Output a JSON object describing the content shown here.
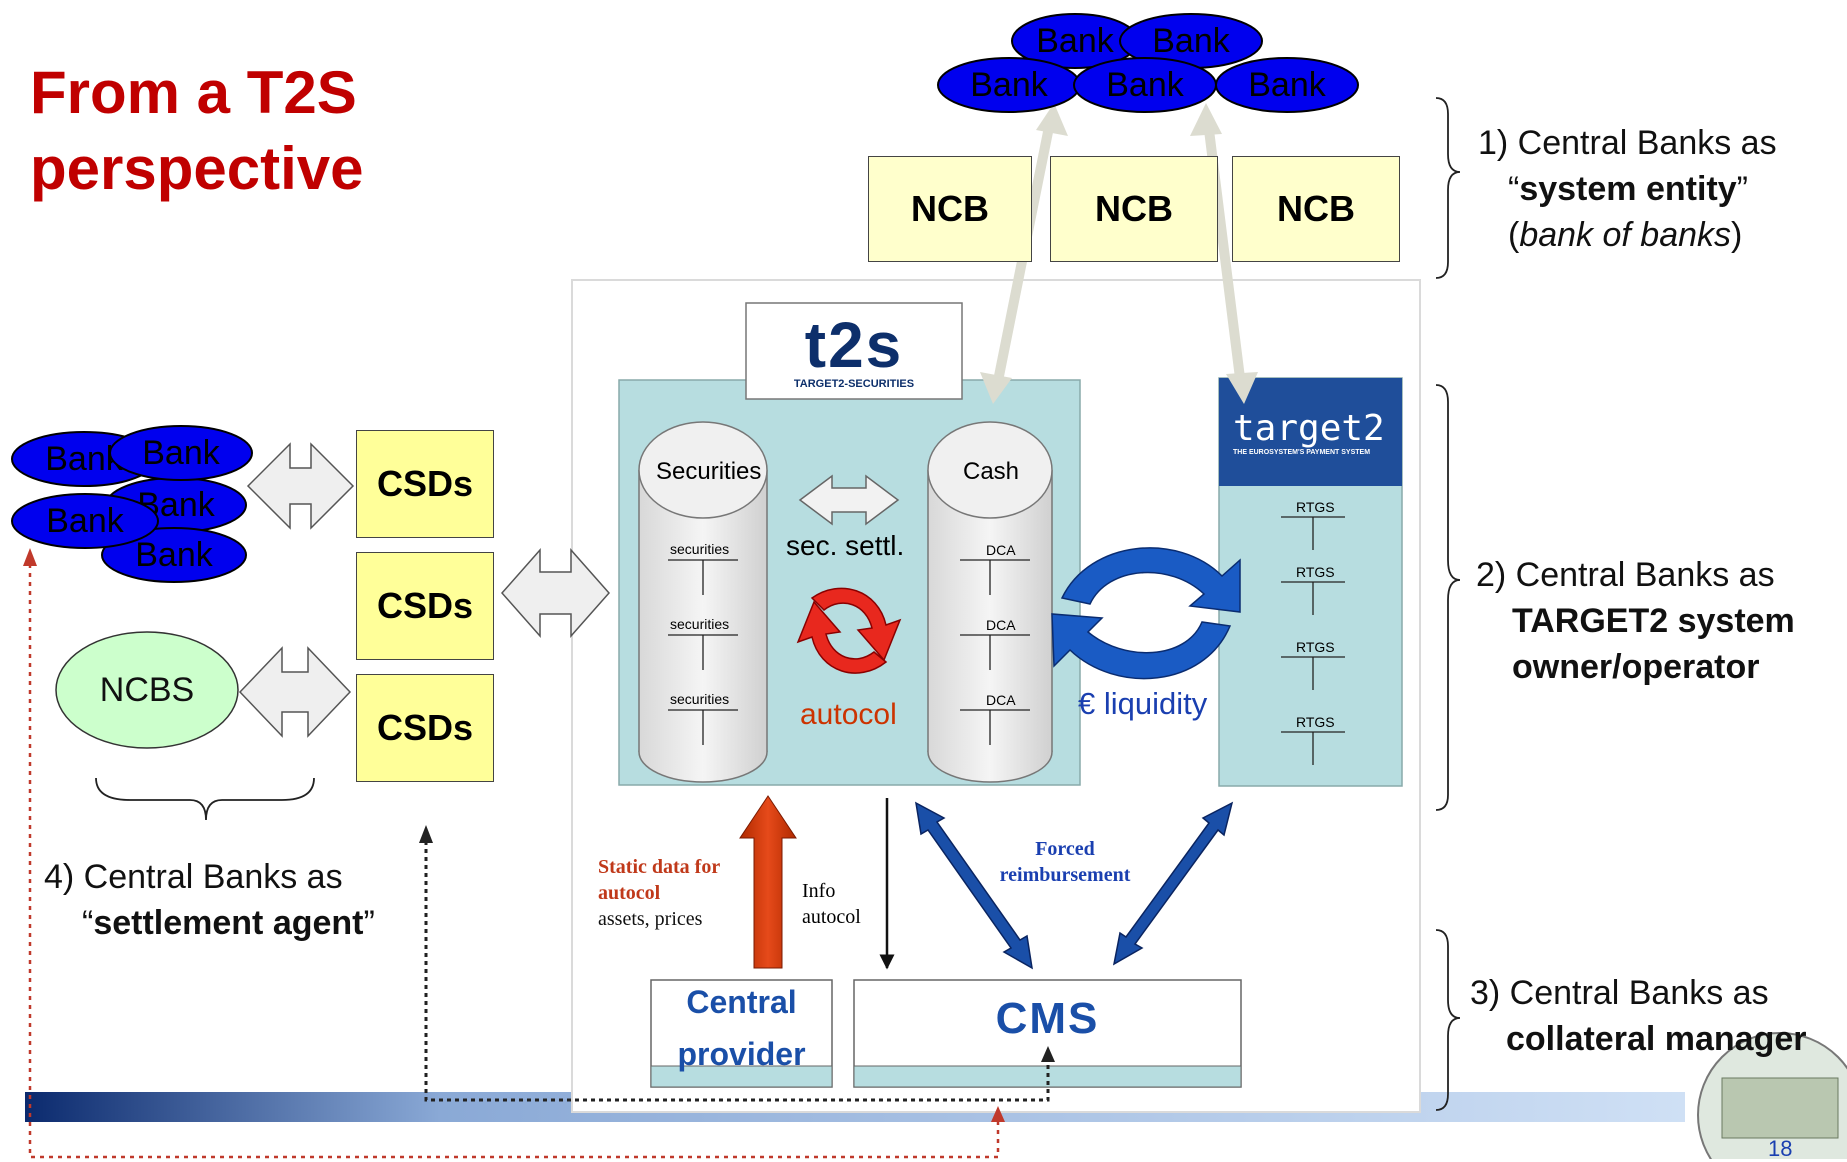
{
  "title": {
    "line1": "From a T2S",
    "line2": "perspective"
  },
  "top_banks": [
    "Bank",
    "Bank",
    "Bank",
    "Bank",
    "Bank"
  ],
  "ncb_boxes": [
    "NCB",
    "NCB",
    "NCB"
  ],
  "left_banks": [
    "Bank",
    "Bank",
    "Bank",
    "Bank",
    "Bank"
  ],
  "csd_boxes": [
    "CSDs",
    "CSDs",
    "CSDs"
  ],
  "ncbs_label": "NCBS",
  "t2s_logo": {
    "main": "t2s",
    "sub": "TARGET2-SECURITIES"
  },
  "target2_logo": {
    "main": "target2",
    "sub": "THE EUROSYSTEM'S PAYMENT SYSTEM"
  },
  "securities": {
    "title": "Securities",
    "rows": [
      "securities",
      "securities",
      "securities"
    ]
  },
  "cash": {
    "title": "Cash",
    "rows": [
      "DCA",
      "DCA",
      "DCA"
    ]
  },
  "rtgs_rows": [
    "RTGS",
    "RTGS",
    "RTGS",
    "RTGS"
  ],
  "sec_settl": "sec. settl.",
  "autocol": "autocol",
  "liquidity": "€ liquidity",
  "static_data": {
    "line1": "Static data for",
    "line2": "autocol",
    "line3": "assets, prices"
  },
  "info_autocol": {
    "line1": "Info",
    "line2": "autocol"
  },
  "forced": {
    "line1": "Forced",
    "line2": "reimbursement"
  },
  "central_provider": {
    "line1": "Central",
    "line2": "provider"
  },
  "cms": "CMS",
  "roles": {
    "r1": {
      "line1": "1) Central Banks as",
      "bold": "system entity",
      "italic": "bank of banks"
    },
    "r2": {
      "line1": "2) Central Banks as",
      "line2": "TARGET2 system",
      "line3": "owner/operator"
    },
    "r3": {
      "line1": "3) Central Banks as",
      "line2": "collateral manager"
    },
    "r4": {
      "line1": "4) Central Banks as",
      "bold": "settlement agent"
    }
  },
  "page_number": "18",
  "colors": {
    "title_red": "#c00000",
    "bank_blue": "#0000ee",
    "panel_teal": "#b7dde0",
    "ecb_navy": "#1f4e9a",
    "arrow_red": "#cc3300"
  }
}
